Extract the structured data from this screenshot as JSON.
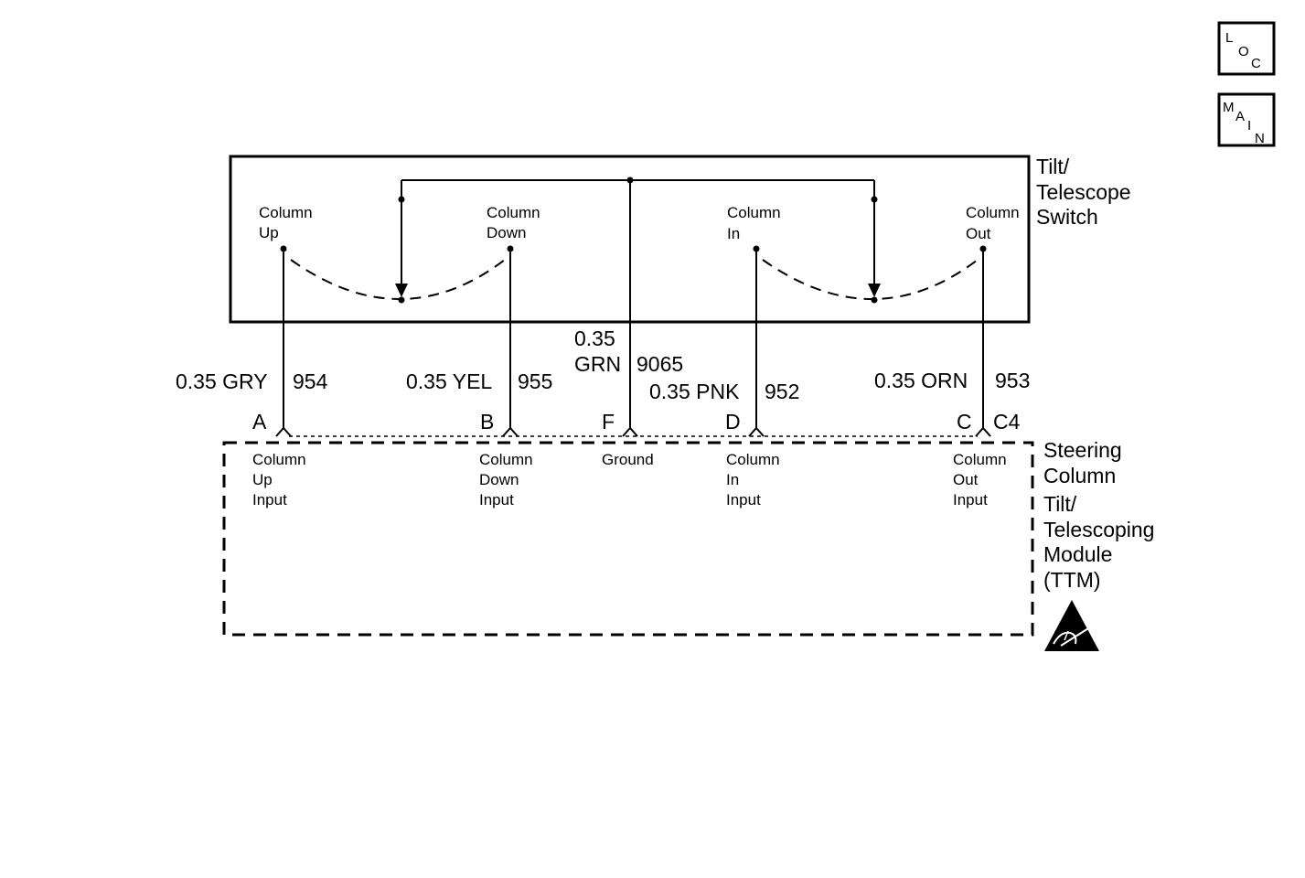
{
  "nav": {
    "loc": [
      "L",
      "O",
      "C"
    ],
    "main": [
      "M",
      "A",
      "I",
      "N"
    ]
  },
  "switch": {
    "title": [
      "Tilt/",
      "Telescope",
      "Switch"
    ],
    "contacts": {
      "up": [
        "Column",
        "Up"
      ],
      "down": [
        "Column",
        "Down"
      ],
      "in": [
        "Column",
        "In"
      ],
      "out": [
        "Column",
        "Out"
      ]
    }
  },
  "wires": {
    "gry": {
      "spec": "0.35 GRY",
      "circuit": "954"
    },
    "yel": {
      "spec": "0.35 YEL",
      "circuit": "955"
    },
    "grn": {
      "spec": [
        "0.35",
        "GRN"
      ],
      "circuit": "9065"
    },
    "pnk": {
      "spec": "0.35 PNK",
      "circuit": "952"
    },
    "orn": {
      "spec": "0.35 ORN",
      "circuit": "953"
    }
  },
  "connector": {
    "id": "C4",
    "pins": {
      "a": "A",
      "b": "B",
      "f": "F",
      "d": "D",
      "c": "C"
    }
  },
  "module": {
    "title": [
      "Steering",
      "Column",
      "Tilt/",
      "Telescoping",
      "Module",
      "(TTM)"
    ],
    "inputs": {
      "up": [
        "Column",
        "Up",
        "Input"
      ],
      "down": [
        "Column",
        "Down",
        "Input"
      ],
      "ground": "Ground",
      "in": [
        "Column",
        "In",
        "Input"
      ],
      "out": [
        "Column",
        "Out",
        "Input"
      ]
    }
  },
  "esd_icon": "esd-warning-icon"
}
